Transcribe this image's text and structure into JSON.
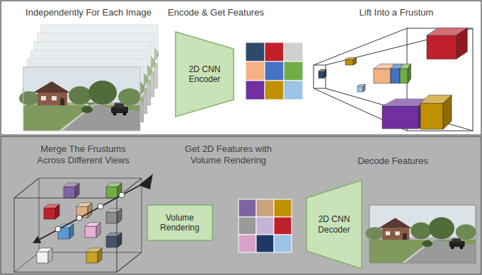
{
  "diagram": {
    "nodes": [
      {
        "text": [
          "2D CNN Encoder"
        ]
      },
      {
        "text": [
          "Volume Rendering"
        ]
      },
      {
        "text": [
          "2D CNN Decoder"
        ]
      }
    ],
    "labels": [
      "Independently For Each Image",
      "Encode & Get Features",
      "Lift Into a Frustum",
      "Merge The Frustums Across Different Views",
      "Get 2D Features with Volume Rendering",
      "Decode Features"
    ]
  }
}
